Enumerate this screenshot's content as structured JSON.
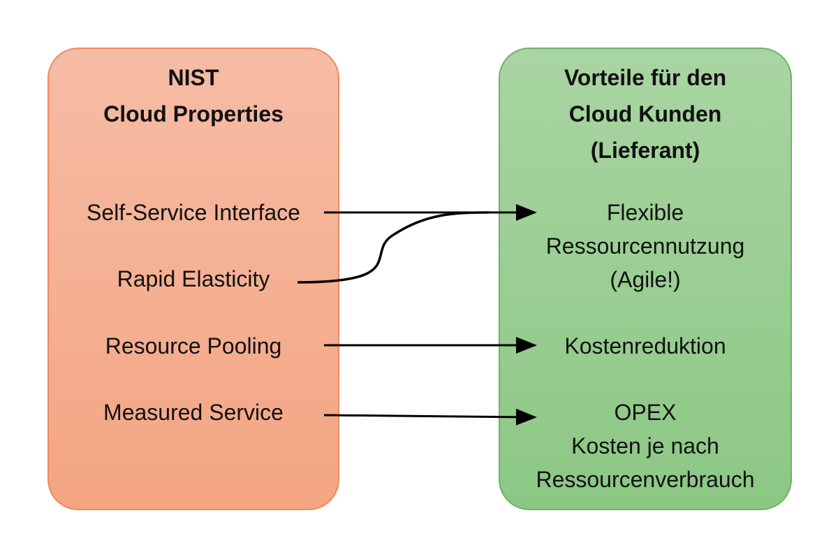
{
  "left_panel": {
    "title_lines": [
      "NIST",
      "Cloud Properties"
    ],
    "items": [
      "Self-Service Interface",
      "Rapid Elasticity",
      "Resource Pooling",
      "Measured Service"
    ]
  },
  "right_panel": {
    "title_lines": [
      "Vorteile für den",
      "Cloud Kunden",
      "(Lieferant)"
    ],
    "benefits": {
      "flexible": [
        "Flexible",
        "Ressourcennutzung",
        "(Agile!)"
      ],
      "kosten": [
        "Kostenreduktion"
      ],
      "opex": [
        "OPEX",
        "Kosten je nach",
        "Ressourcenverbrauch"
      ]
    }
  },
  "colors": {
    "left_fill": "#f4a582",
    "left_border": "#ee8a5c",
    "right_fill": "#8cc784",
    "right_border": "#70b167",
    "arrow": "#000000"
  }
}
